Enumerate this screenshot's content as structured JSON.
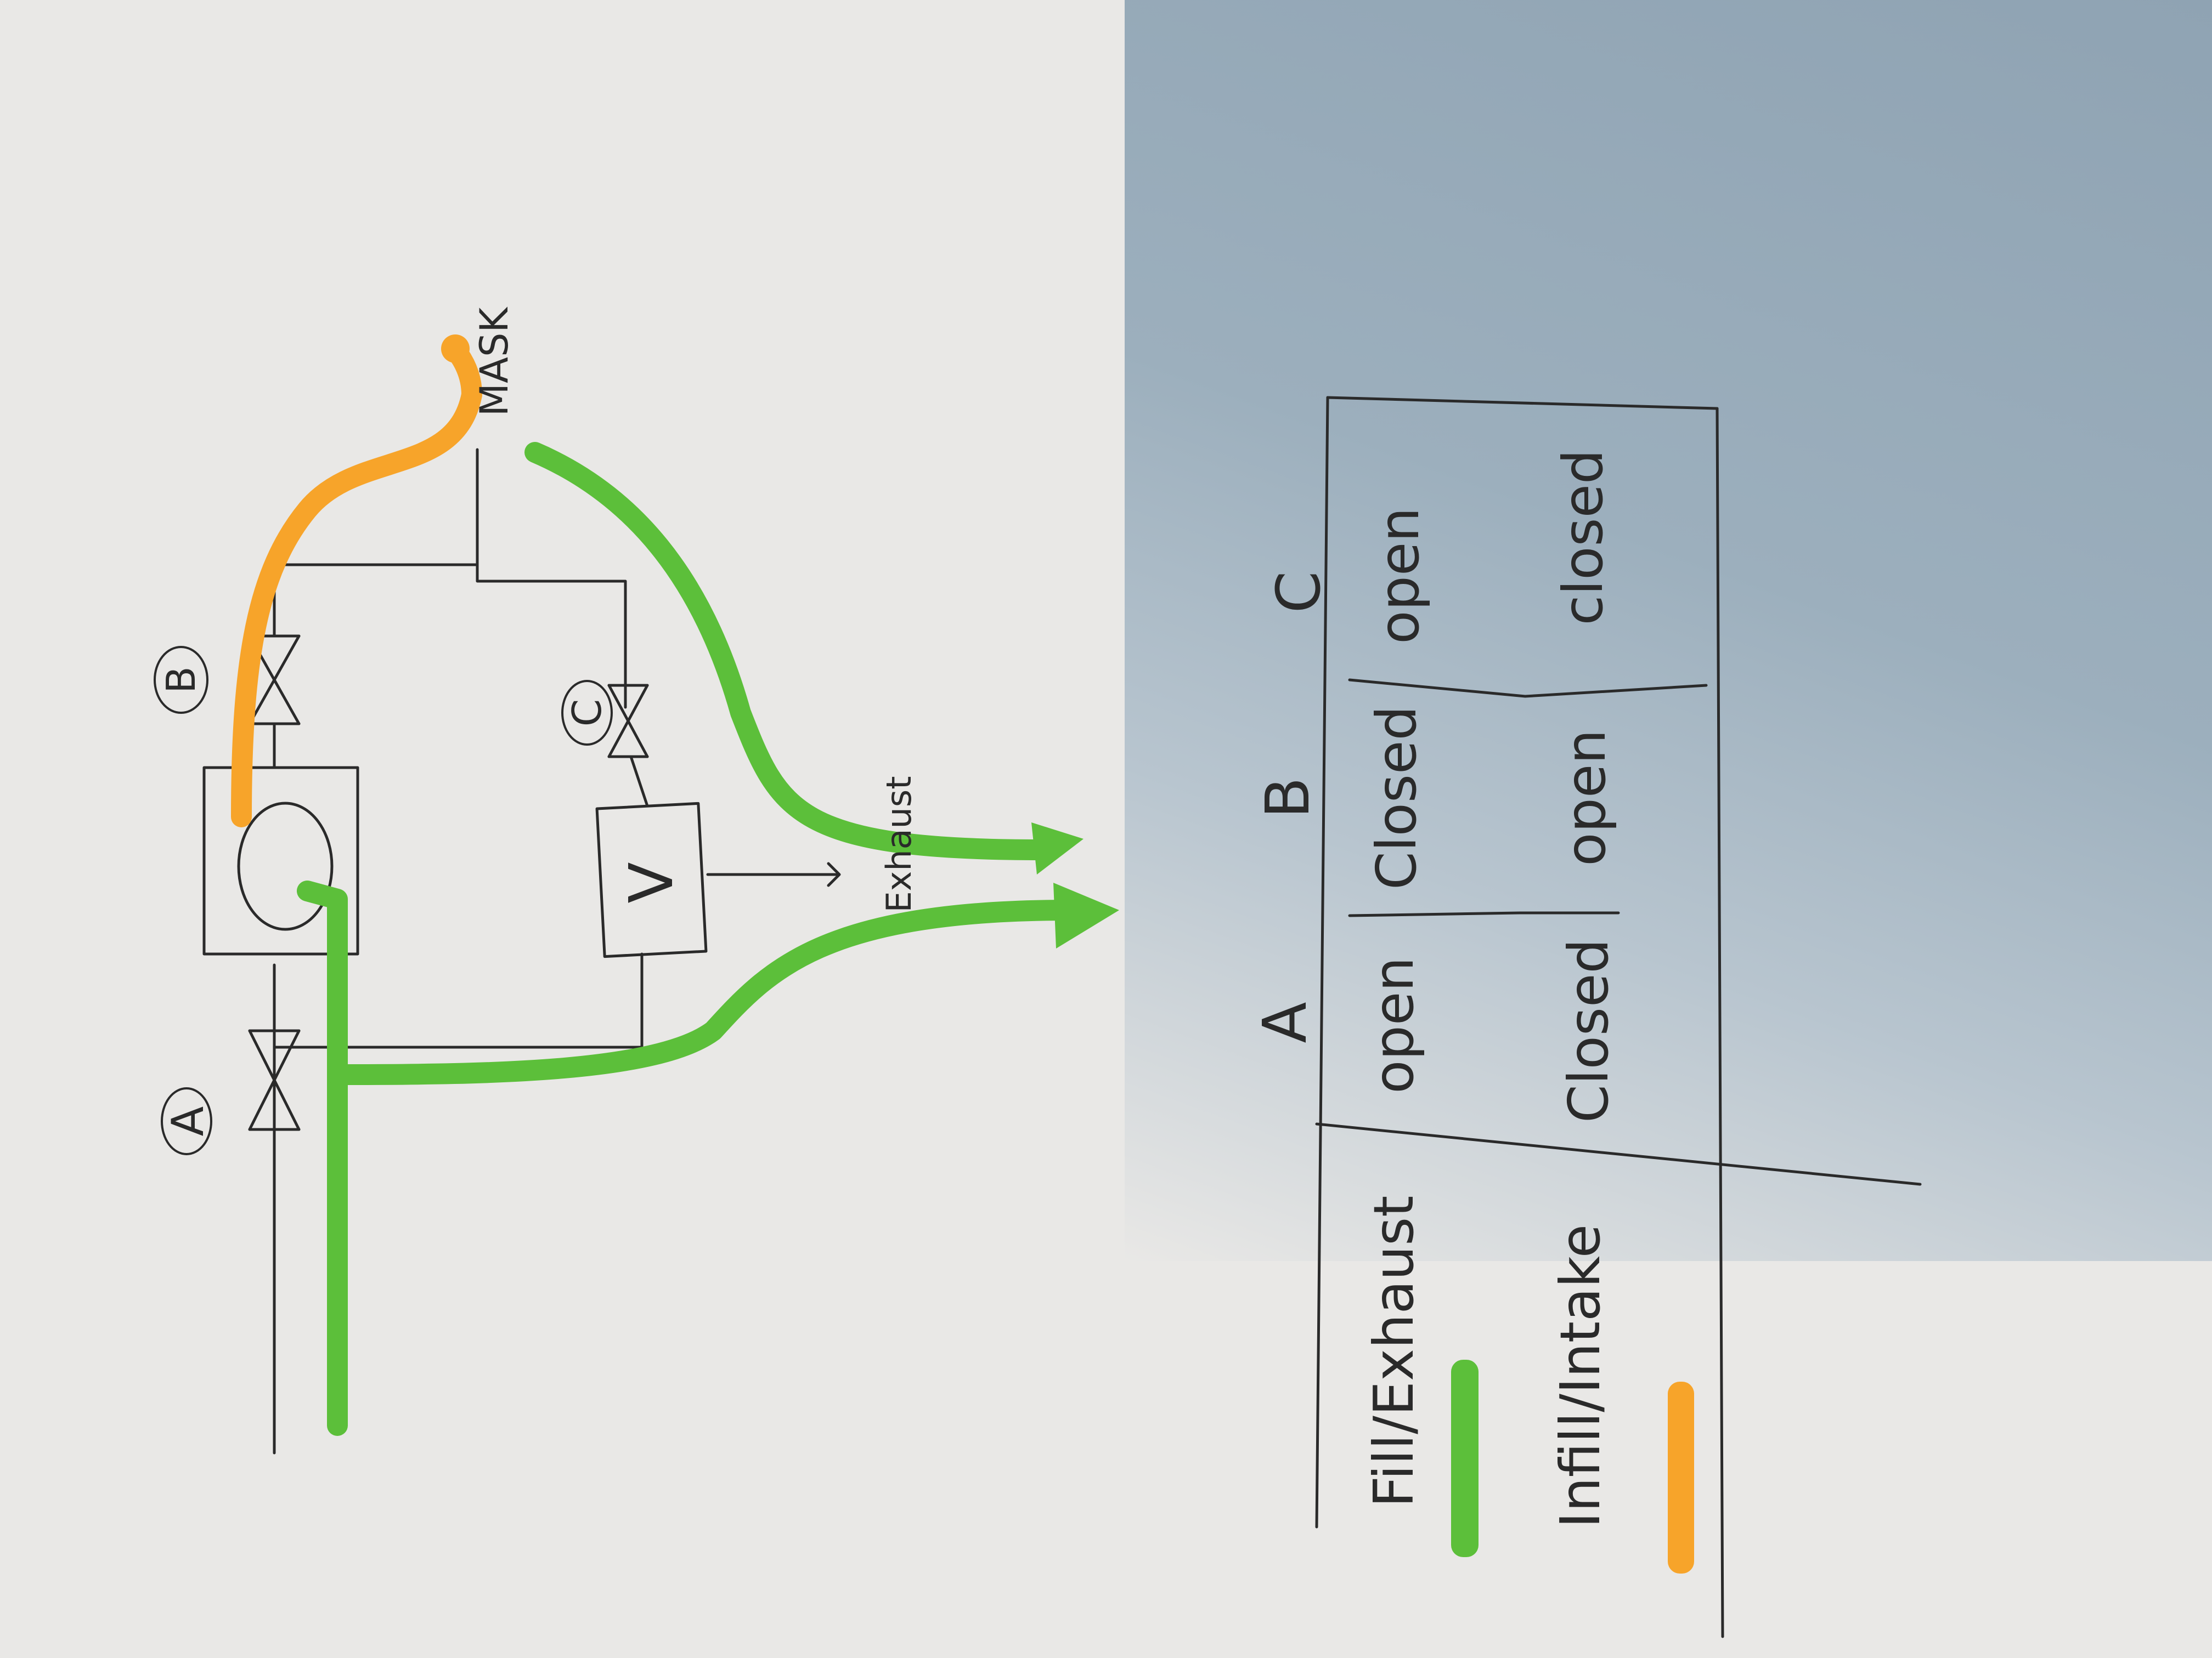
{
  "labels": {
    "valve_a": "A",
    "valve_b": "B",
    "valve_c": "C",
    "vent_box": "V",
    "mask": "MASK",
    "exhaust": "Exhaust"
  },
  "table": {
    "columns": [
      "A",
      "B",
      "C"
    ],
    "rows": [
      {
        "mode": "Fill/Exhaust",
        "color": "#5cbf3a",
        "values": [
          "open",
          "Closed",
          "open"
        ]
      },
      {
        "mode": "Infill/Intake",
        "color": "#f7a42a",
        "values": [
          "Closed",
          "open",
          "closed"
        ]
      }
    ]
  },
  "colors": {
    "fill_exhaust": "#5cbf3a",
    "infill_intake": "#f7a42a",
    "ink": "#2a2a2a"
  }
}
